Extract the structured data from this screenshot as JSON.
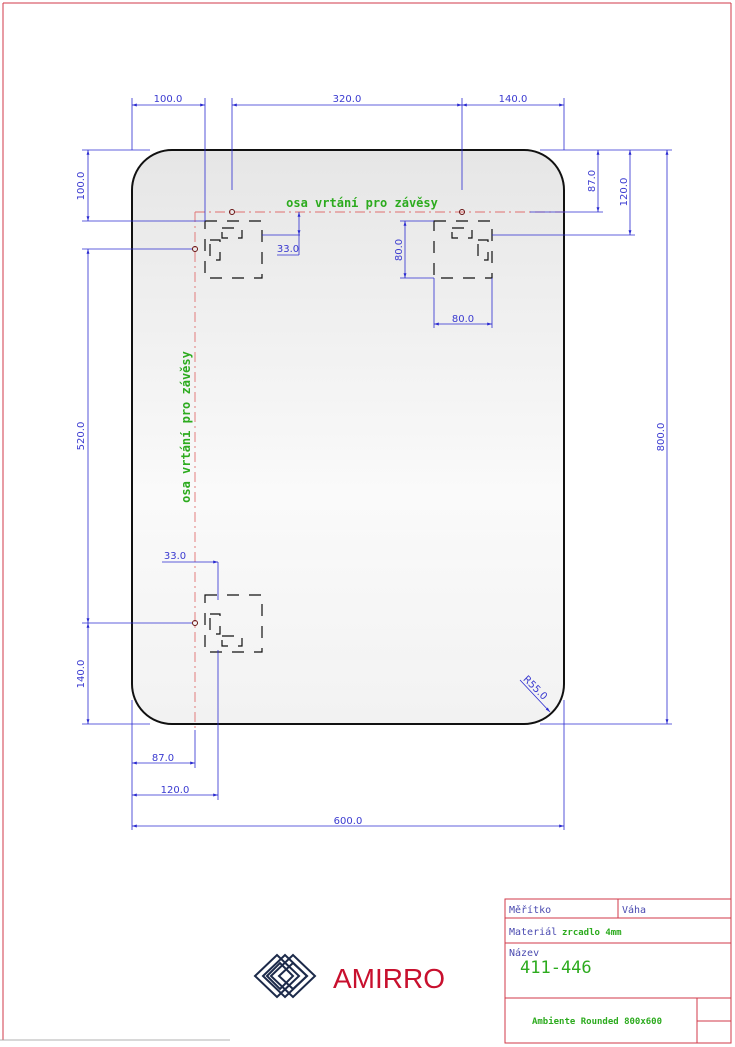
{
  "drawing": {
    "axis_label_horizontal": "osa vrtání pro závěsy",
    "axis_label_vertical": "osa vrtání pro závěsy",
    "dimensions": {
      "top_left": "100.0",
      "top_middle": "320.0",
      "top_right": "140.0",
      "left_top": "100.0",
      "left_middle": "520.0",
      "left_bottom": "140.0",
      "right_87": "87.0",
      "right_120": "120.0",
      "right_total": "800.0",
      "bottom_87": "87.0",
      "bottom_120": "120.0",
      "bottom_total": "600.0",
      "offset_top": "33.0",
      "offset_bottom": "33.0",
      "hanger_height": "80.0",
      "hanger_width": "80.0",
      "radius": "R55.0"
    }
  },
  "logo": {
    "text": "AMIRRO",
    "color": "#c8102e"
  },
  "title_block": {
    "scale_label": "Měřítko",
    "weight_label": "Váha",
    "material_label": "Materiál",
    "material_value": "zrcadlo 4mm",
    "name_label": "Název",
    "name_value": "411-446",
    "product_name": "Ambiente Rounded 800x600"
  }
}
